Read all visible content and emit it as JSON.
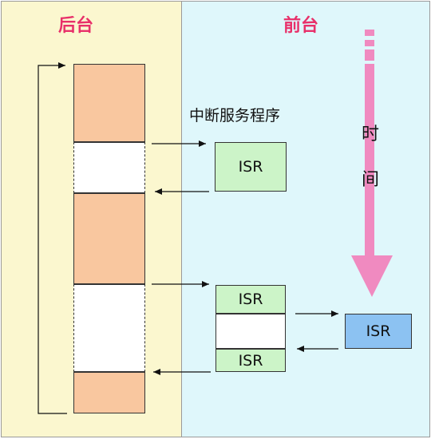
{
  "panels": {
    "background_title": "后台",
    "foreground_title": "前台"
  },
  "labels": {
    "interrupt_service_routine": "中断服务程序",
    "time_char_1": "时",
    "time_char_2": "间"
  },
  "isr_blocks": {
    "single": "ISR",
    "nested_top": "ISR",
    "nested_bottom": "ISR",
    "nested_high_priority": "ISR"
  },
  "colors": {
    "background_panel": "#fbf7cf",
    "foreground_panel": "#dff7fb",
    "title_text": "#e8306a",
    "task_block": "#f9c79f",
    "isr_block": "#ccf4c8",
    "high_priority_isr_block": "#8cc2f2",
    "time_arrow": "#f08ac0"
  }
}
